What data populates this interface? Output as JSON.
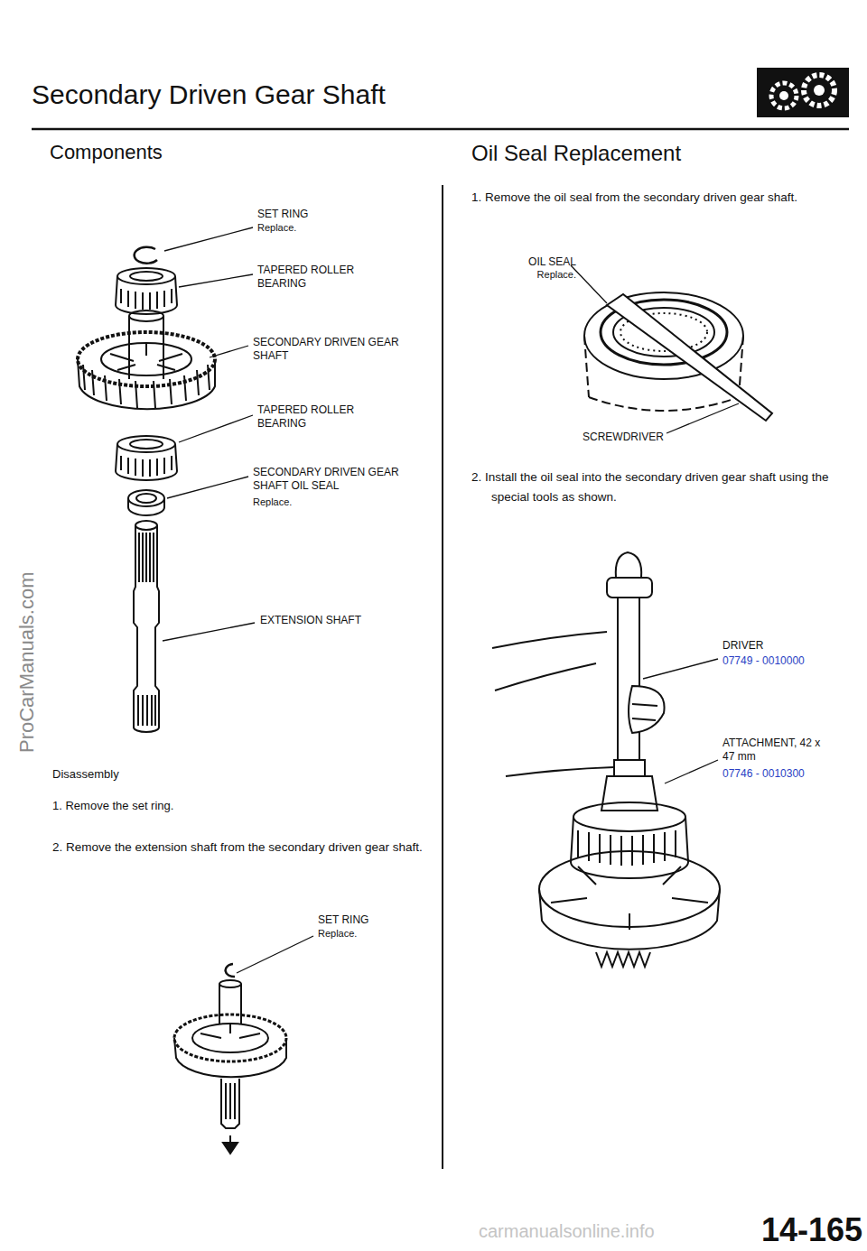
{
  "diagram": {
    "title": "Secondary Driven Gear Shaft",
    "labels": [
      "Components",
      "Oil Seal Replacement",
      "SET RING",
      "Replace.",
      "TAPERED ROLLER BEARING",
      "SECONDARY DRIVEN GEAR SHAFT",
      "TAPERED ROLLER BEARING",
      "SECONDARY DRIVEN GEAR SHAFT OIL SEAL",
      "Replace.",
      "EXTENSION SHAFT",
      "Disassembly",
      "1. Remove the set ring.",
      "2. Remove the extension shaft from the secondary driven gear shaft.",
      "SET RING",
      "Replace.",
      "1. Remove the oil seal from the secondary driven gear shaft.",
      "OIL SEAL",
      "Replace.",
      "SCREWDRIVER",
      "2. Install the oil seal into the secondary driven gear shaft using the special tools as shown.",
      "DRIVER",
      "07749 - 0010000",
      "ATTACHMENT, 42 x 47 mm",
      "07746 - 0010300",
      "ProCarManuals.com",
      "14-165",
      "carmanualsonline.info"
    ]
  }
}
